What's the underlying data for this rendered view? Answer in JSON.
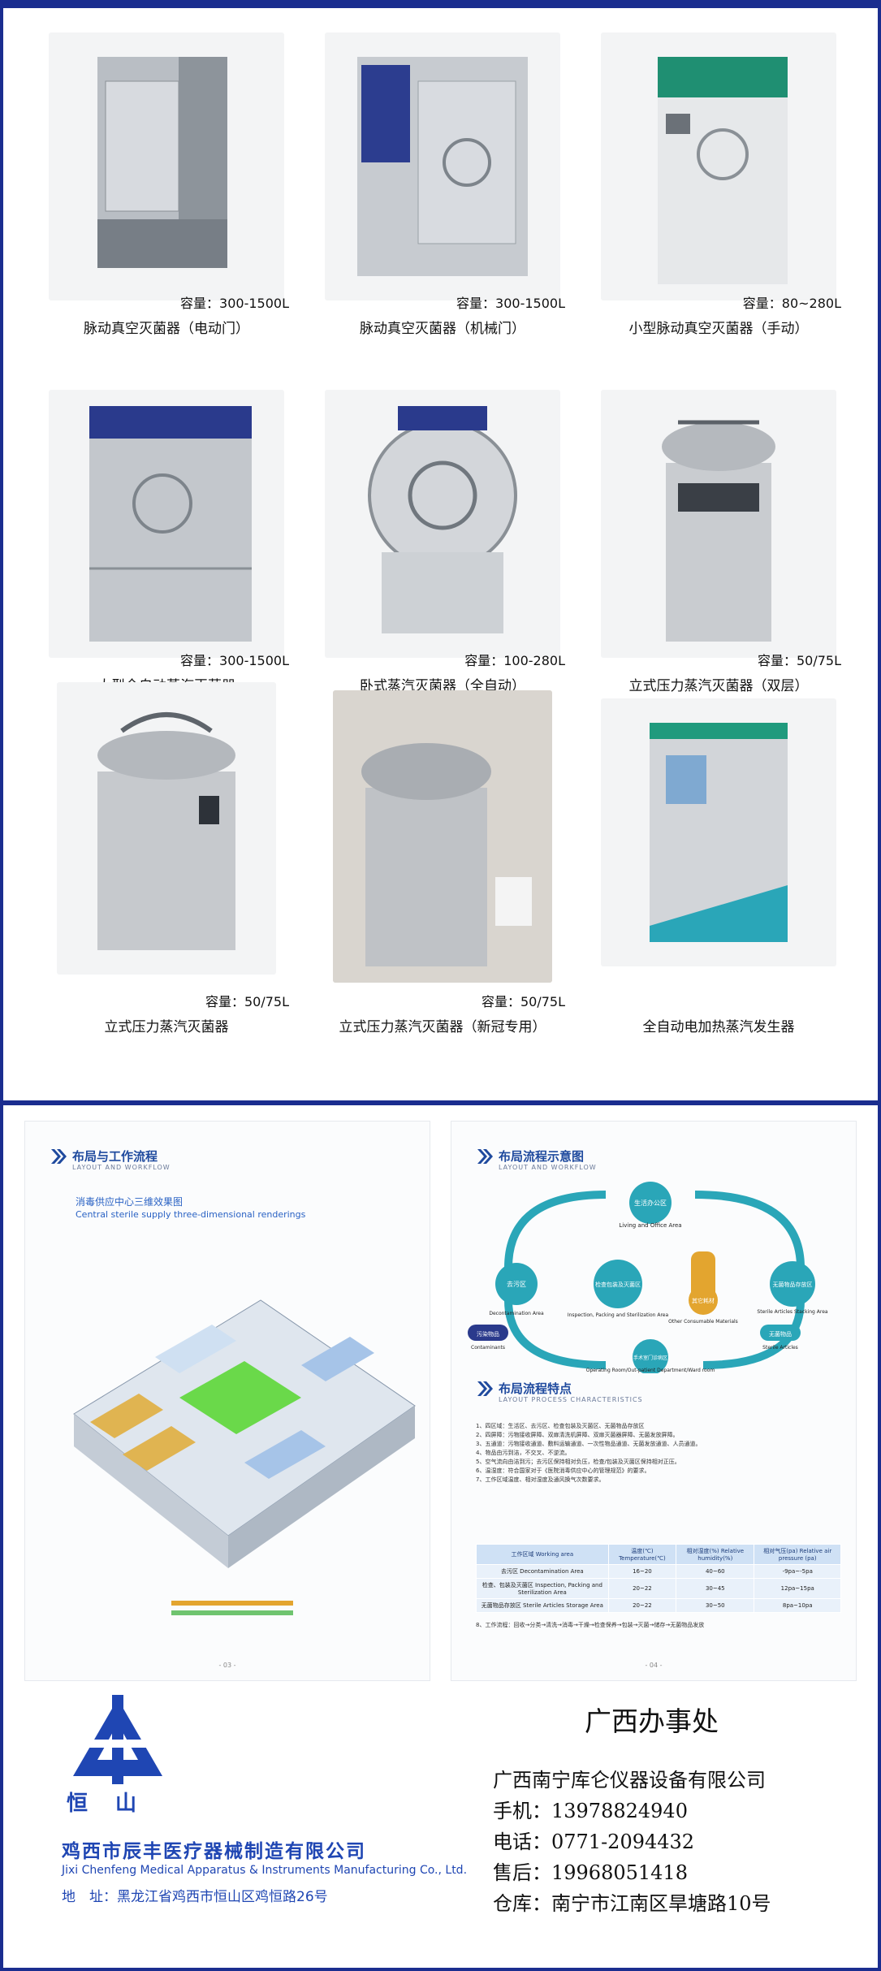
{
  "products": [
    {
      "capacity": "容量：300-1500L",
      "name": "脉动真空灭菌器（电动门）"
    },
    {
      "capacity": "容量：300-1500L",
      "name": "脉动真空灭菌器（机械门）"
    },
    {
      "capacity": "容量：80~280L",
      "name": "小型脉动真空灭菌器（手动）"
    },
    {
      "capacity": "容量：300-1500L",
      "name": "大型全自动蒸汽灭菌器"
    },
    {
      "capacity": "容量：100-280L",
      "name": "卧式蒸汽灭菌器（全自动）"
    },
    {
      "capacity": "容量：50/75L",
      "name": "立式压力蒸汽灭菌器（双层）"
    },
    {
      "capacity": "容量：50/75L",
      "name": "立式压力蒸汽灭菌器"
    },
    {
      "capacity": "容量：50/75L",
      "name": "立式压力蒸汽灭菌器（新冠专用）"
    },
    {
      "capacity": "",
      "name": "全自动电加热蒸汽发生器"
    }
  ],
  "brochure": {
    "left": {
      "heading": "布局与工作流程",
      "subheading": "LAYOUT AND WORKFLOW",
      "render_title": "消毒供应中心三维效果图",
      "render_subtitle": "Central sterile supply three-dimensional renderings",
      "page_no": "- 03 -"
    },
    "right": {
      "heading": "布局流程示意图",
      "subheading": "LAYOUT AND WORKFLOW",
      "flow_nodes": [
        {
          "cn": "生活办公区",
          "en": "Living and Office Area"
        },
        {
          "cn": "去污区",
          "en": "Decontamination Area"
        },
        {
          "cn": "检查包装及灭菌区",
          "en": "Inspection, Packing and Sterilization Area"
        },
        {
          "cn": "无菌物品存放区",
          "en": "Sterile Articles Stacking Area"
        },
        {
          "cn": "污染物品",
          "en": "Contaminants"
        },
        {
          "cn": "其它耗材",
          "en": "Other Consumable Materials"
        },
        {
          "cn": "无菌物品",
          "en": "Sterile Articles"
        },
        {
          "cn": "手术室门诊病区",
          "en": "Operating Room/Out-patient Department/Ward room"
        }
      ],
      "heading2": "布局流程特点",
      "subheading2": "LAYOUT PROCESS CHARACTERISTICS",
      "notes": [
        "1、四区域：生活区、去污区、检查包装及灭菌区、无菌物品存放区",
        "2、四屏障：污物接收屏障、双扉清洗机屏障、双扉灭菌器屏障、无菌发放屏障。",
        "3、五通道：污物接收通道、敷料运输通道、一次性物品通道、无菌发放通道、人员通道。",
        "4、物品由污到洁，不交叉、不逆流。",
        "5、空气流向由洁到污；去污区保持相对负压，检查/包装及灭菌区保持相对正压。",
        "6、温湿度：符合国家对于《医院消毒供应中心的管理规范》的要求。",
        "7、工作区域温度、相对湿度及通风换气次数要求。"
      ],
      "table_headers": [
        "工作区域 Working area",
        "温度(℃) Temperature(℃)",
        "相对湿度(%) Relative humidity(%)",
        "相对气压(pa) Relative air pressure (pa)"
      ],
      "table_rows": [
        [
          "去污区 Decontamination Area",
          "16~20",
          "40~60",
          "-9pa~-5pa"
        ],
        [
          "检查、包装及灭菌区 Inspection, Packing and Sterilization Area",
          "20~22",
          "30~45",
          "12pa~15pa"
        ],
        [
          "无菌物品存放区 Sterile Articles Storage Area",
          "20~22",
          "30~50",
          "8pa~10pa"
        ]
      ],
      "workflow": "8、工作流程：回收→分类→清洗→消毒→干燥→检查保养→包装→灭菌→储存→无菌物品发放",
      "page_no": "- 04 -"
    }
  },
  "footer": {
    "logo_text": "恒山",
    "company_cn": "鸡西市辰丰医疗器械制造有限公司",
    "company_en": "Jixi Chenfeng Medical Apparatus & Instruments Manufacturing Co., Ltd.",
    "address": "地　址：黑龙江省鸡西市恒山区鸡恒路26号",
    "office_title": "广西办事处",
    "office_company": "广西南宁库仑仪器设备有限公司",
    "mobile": "手机：13978824940",
    "phone": "电话：0771-2094432",
    "service": "售后：19968051418",
    "warehouse": "仓库：南宁市江南区旱塘路10号"
  },
  "colors": {
    "brand_blue": "#1f46b3",
    "frame_blue": "#1a2d8f",
    "flow_teal": "#2aa6b8"
  }
}
